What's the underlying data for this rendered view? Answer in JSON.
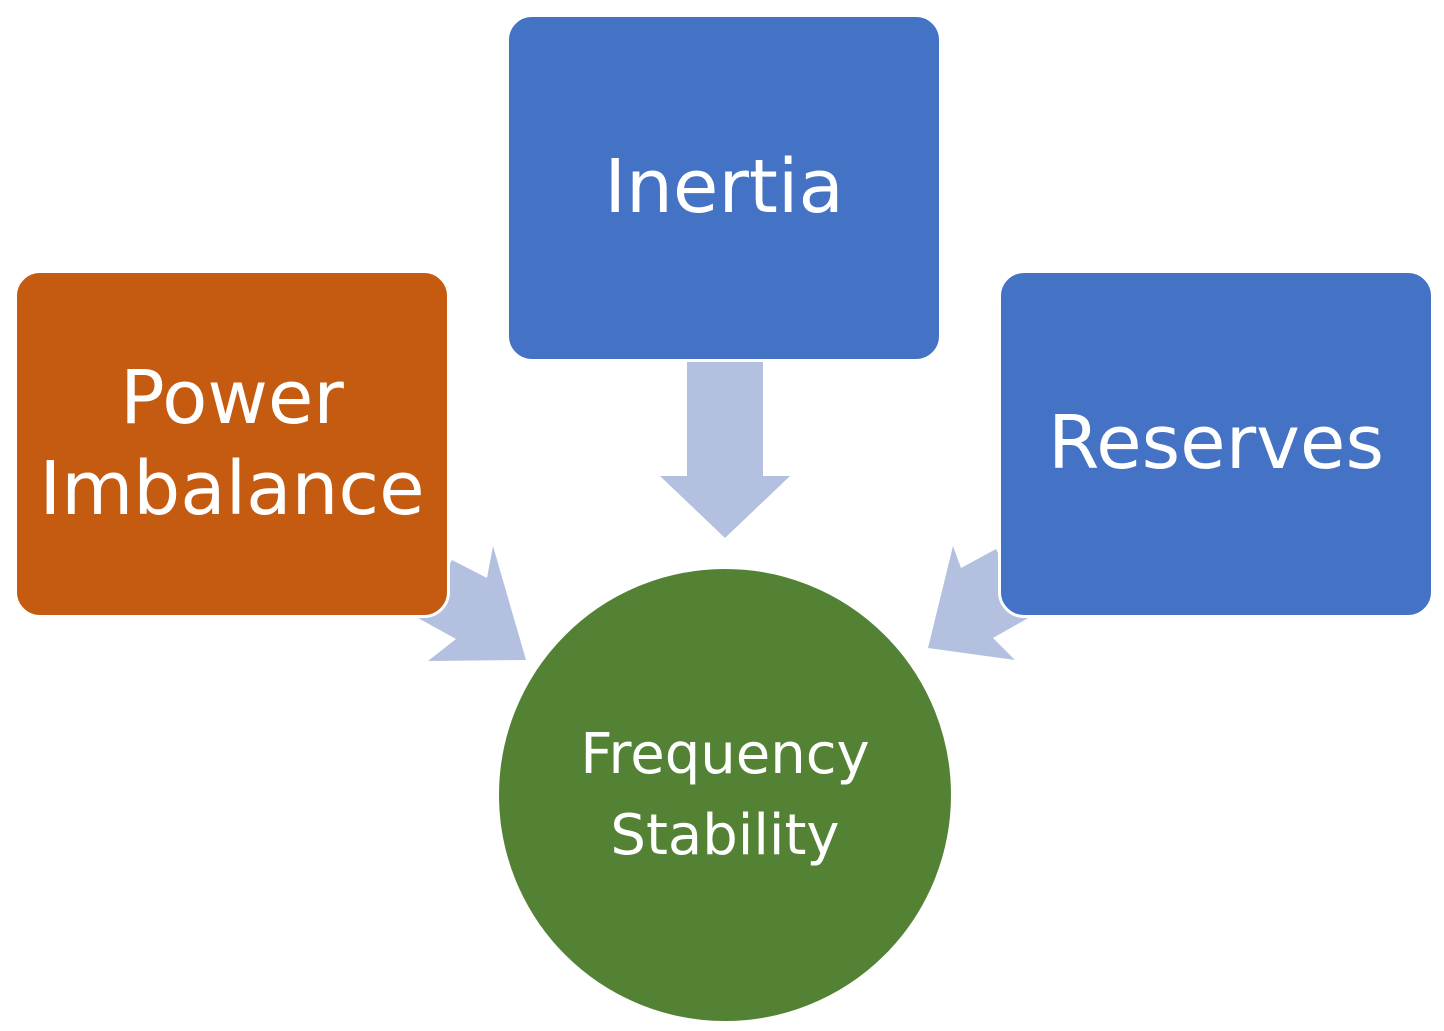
{
  "colors": {
    "orange_node": "#C55A11",
    "blue_node": "#4472C4",
    "green_node": "#548235",
    "arrow": "#B4C0E0",
    "text": "#FFFFFF"
  },
  "nodes": {
    "power_imbalance": {
      "label": "Power\nImbalance"
    },
    "inertia": {
      "label": "Inertia"
    },
    "reserves": {
      "label": "Reserves"
    },
    "frequency_stability": {
      "label": "Frequency\nStability"
    }
  }
}
